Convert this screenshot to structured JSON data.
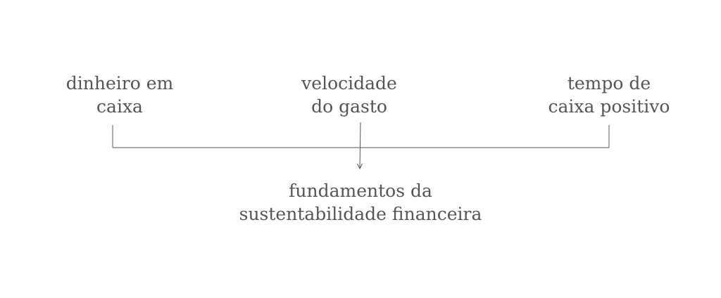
{
  "diagram": {
    "inputs": [
      {
        "line1": "dinheiro em",
        "line2": "caixa"
      },
      {
        "line1": "velocidade",
        "line2": "do gasto"
      },
      {
        "line1": "tempo de",
        "line2": "caixa positivo"
      }
    ],
    "result": {
      "line1": "fundamentos da",
      "line2": "sustentabilidade financeira"
    },
    "colors": {
      "text": "#555555",
      "line": "#555555"
    }
  }
}
